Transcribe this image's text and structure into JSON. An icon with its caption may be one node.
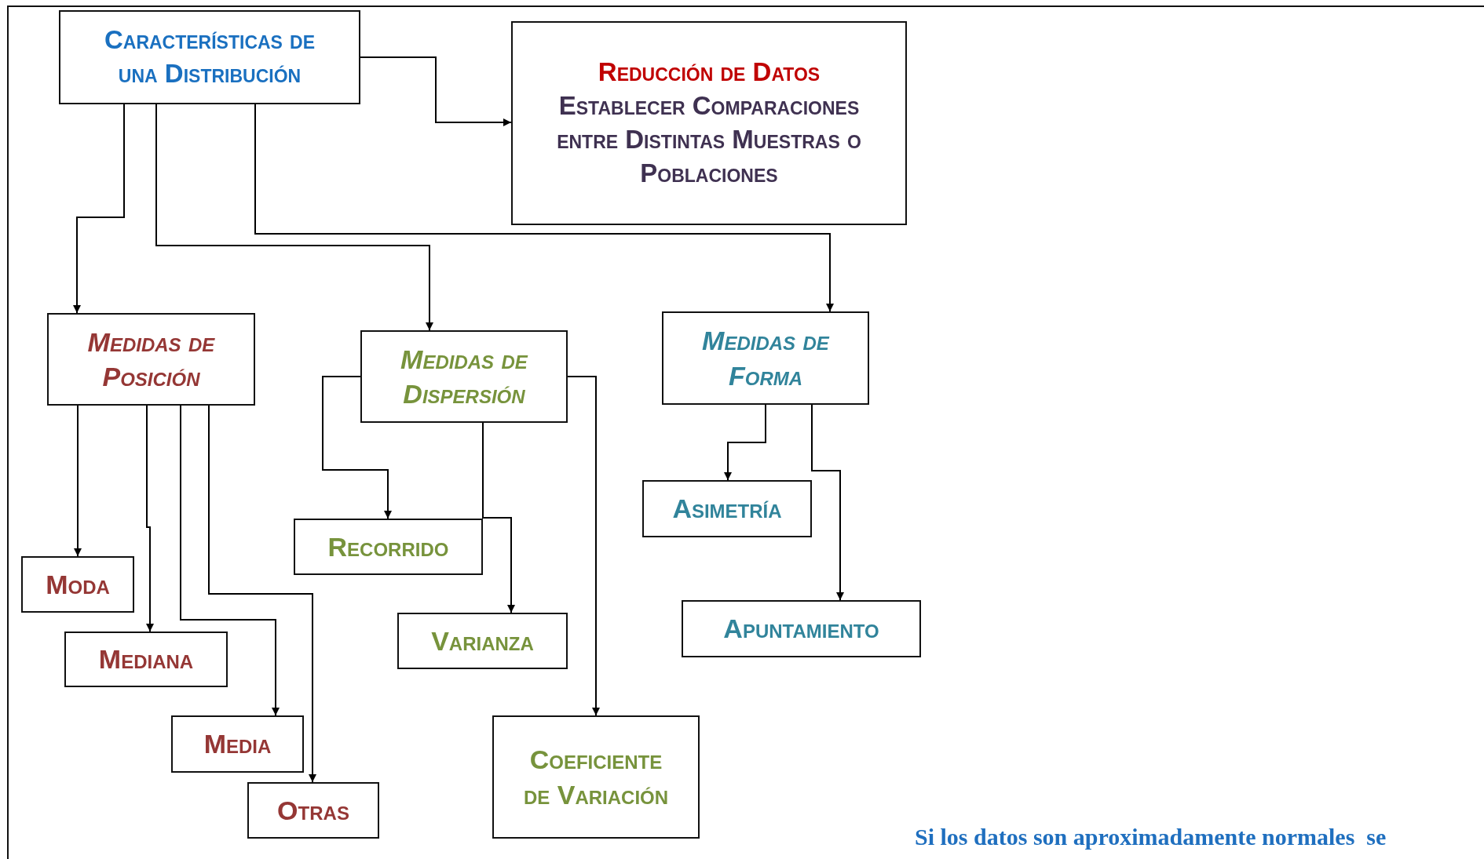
{
  "diagram": {
    "nodes": [
      {
        "text": [
          "Características de una Distribución"
        ]
      },
      {
        "text": [
          "Reducción de Datos",
          "Establecer Comparaciones entre Distintas Muestras o Poblaciones"
        ]
      },
      {
        "text": [
          "Medidas de Posición"
        ]
      },
      {
        "text": [
          "Medidas de Dispersión"
        ]
      },
      {
        "text": [
          "Medidas de Forma"
        ]
      },
      {
        "text": [
          "Moda"
        ]
      },
      {
        "text": [
          "Mediana"
        ]
      },
      {
        "text": [
          "Media"
        ]
      },
      {
        "text": [
          "Otras"
        ]
      },
      {
        "text": [
          "Recorrido"
        ]
      },
      {
        "text": [
          "Varianza"
        ]
      },
      {
        "text": [
          "Coeficiente de Variación"
        ]
      },
      {
        "text": [
          "Asimetría"
        ]
      },
      {
        "text": [
          "Apuntamiento"
        ]
      }
    ],
    "edges": [
      {
        "from": 0,
        "to": 1,
        "arrow": "to"
      },
      {
        "from": 0,
        "to": 2,
        "arrow": "to"
      },
      {
        "from": 0,
        "to": 3,
        "arrow": "to"
      },
      {
        "from": 0,
        "to": 4,
        "arrow": "to"
      },
      {
        "from": 2,
        "to": 5,
        "arrow": "to"
      },
      {
        "from": 2,
        "to": 6,
        "arrow": "to"
      },
      {
        "from": 2,
        "to": 7,
        "arrow": "to"
      },
      {
        "from": 2,
        "to": 8,
        "arrow": "to"
      },
      {
        "from": 3,
        "to": 9,
        "arrow": "to"
      },
      {
        "from": 3,
        "to": 10,
        "arrow": "to"
      },
      {
        "from": 3,
        "to": 11,
        "arrow": "to"
      },
      {
        "from": 4,
        "to": 12,
        "arrow": "to"
      },
      {
        "from": 4,
        "to": 13,
        "arrow": "to"
      }
    ],
    "labels": [
      "Si los datos son aproximadamente normales  se"
    ]
  }
}
